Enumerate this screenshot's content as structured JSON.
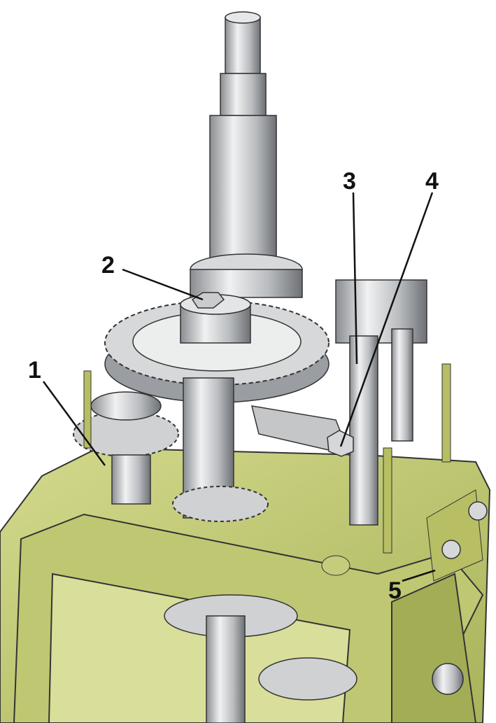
{
  "figure": {
    "subject": "gearbox",
    "callouts": [
      {
        "id": "1",
        "label": "1"
      },
      {
        "id": "2",
        "label": "2"
      },
      {
        "id": "3",
        "label": "3"
      },
      {
        "id": "4",
        "label": "4"
      },
      {
        "id": "5",
        "label": "5"
      }
    ],
    "colors": {
      "housing": "#c9d07e",
      "housing_dark": "#8f9a45",
      "metal": "#c4c6c8",
      "metal_dark": "#7d8084",
      "outline": "#222222"
    }
  }
}
